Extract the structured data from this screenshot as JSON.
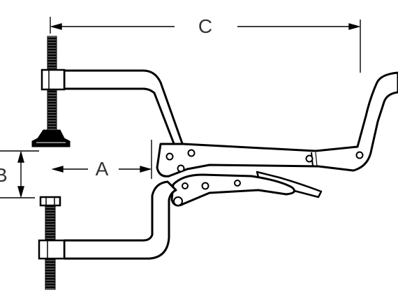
{
  "diagram": {
    "dimension_labels": {
      "a": "A",
      "b": "B",
      "c": "C"
    },
    "colors": {
      "line": "#000000",
      "fill": "#ffffff",
      "text": "#333333"
    }
  }
}
